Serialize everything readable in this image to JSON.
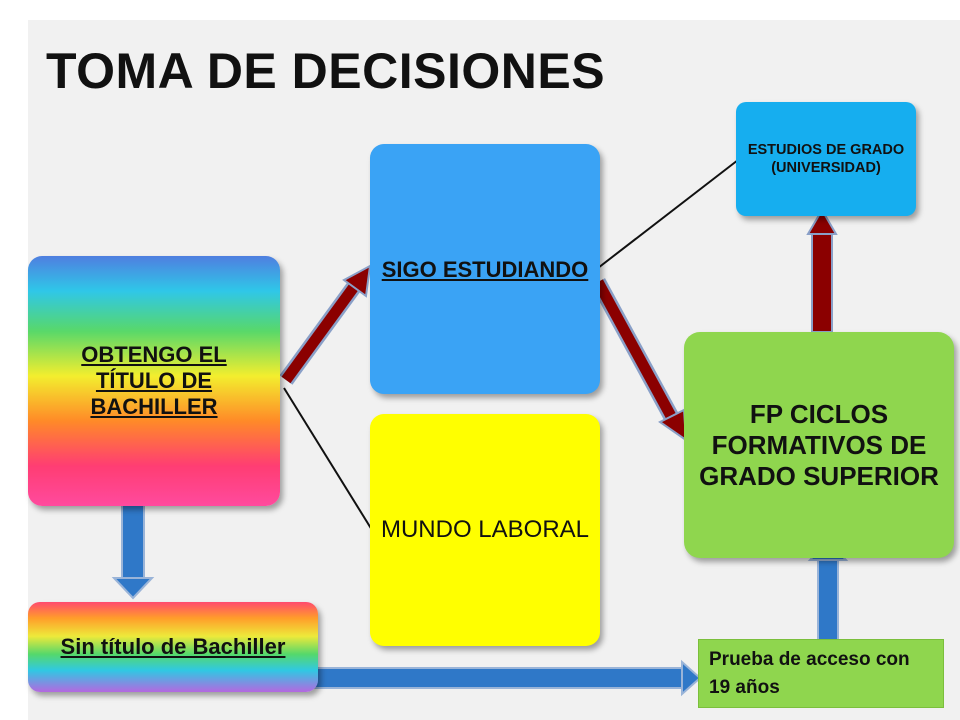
{
  "title": "TOMA DE DECISIONES",
  "nodes": {
    "bachiller": "OBTENGO  EL TÍTULO  DE BACHILLER",
    "sigo": "SIGO ESTUDIANDO",
    "mundo": "MUNDO LABORAL",
    "estudios": "ESTUDIOS DE GRADO (UNIVERSIDAD)",
    "fp": "FP  CICLOS FORMATIVOS DE GRADO SUPERIOR",
    "sin_titulo": "Sin título de Bachiller",
    "prueba": "Prueba de acceso con 19 años"
  },
  "colors": {
    "panel": "#f1f1f1",
    "red_arrow": "#8b0000",
    "blue_arrow": "#2f78c8",
    "sigo": "#3aa3f5",
    "mundo": "#ffff00",
    "estudios": "#16aeef",
    "fp": "#8fd64e"
  }
}
